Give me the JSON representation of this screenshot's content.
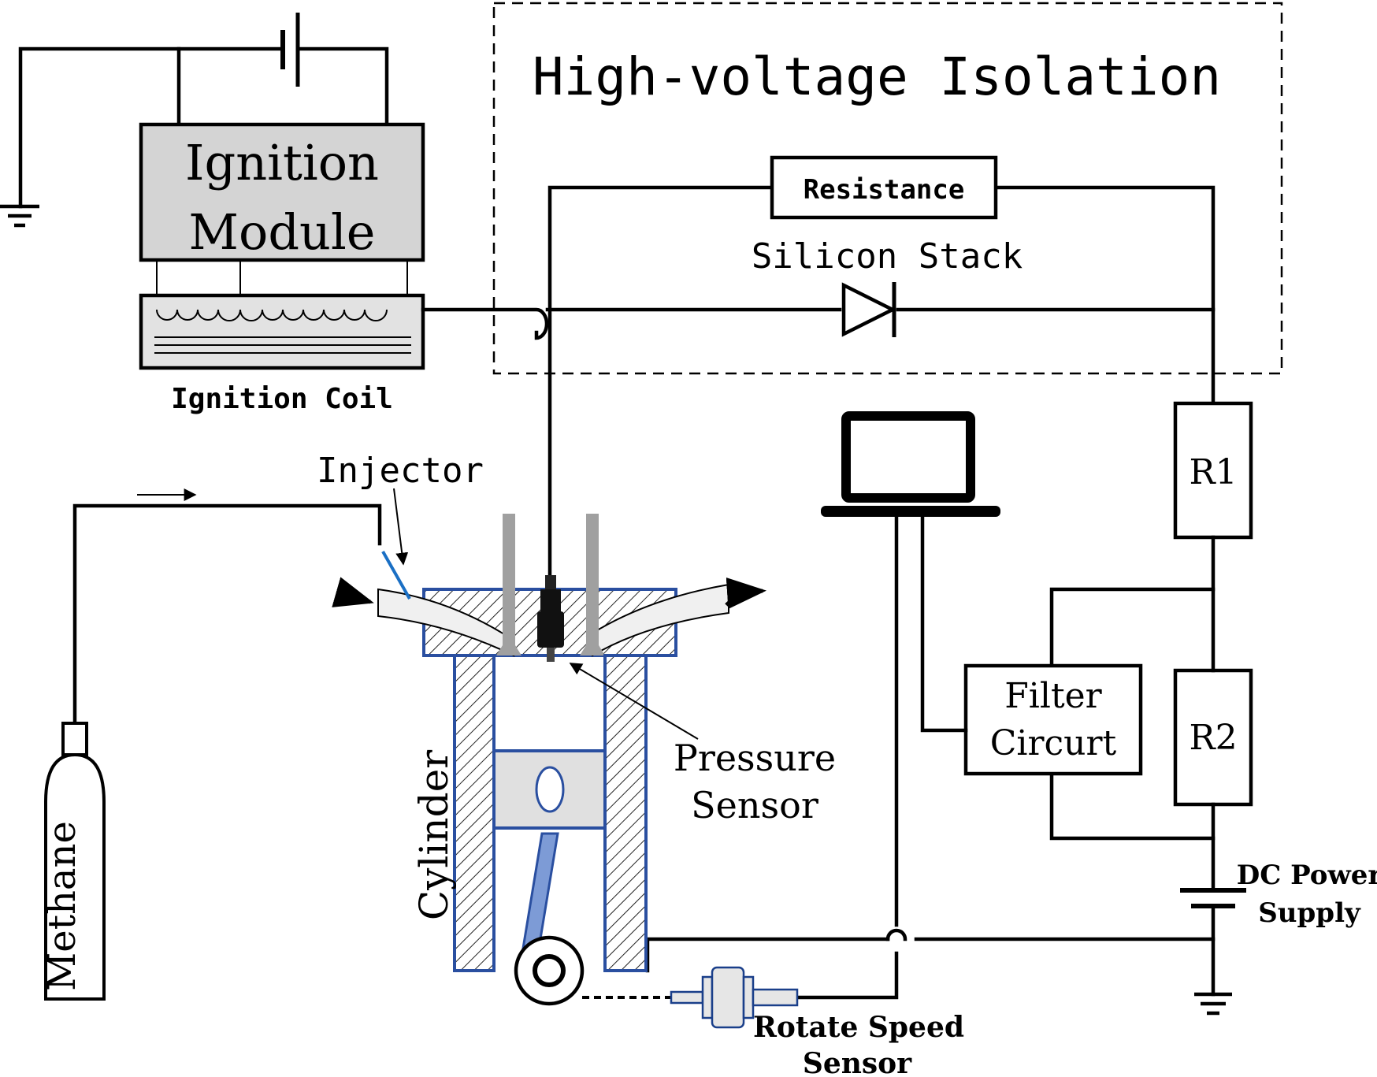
{
  "labels": {
    "isolation": "High-voltage Isolation",
    "ignition_module_line1": "Ignition",
    "ignition_module_line2": "Module",
    "ignition_coil": "Ignition Coil",
    "resistance": "Resistance",
    "silicon_stack": "Silicon Stack",
    "injector": "Injector",
    "r1": "R1",
    "r2": "R2",
    "filter_line1": "Filter",
    "filter_line2": "Circurt",
    "pressure_line1": "Pressure",
    "pressure_line2": "Sensor",
    "cylinder": "Cylinder",
    "methane": "Methane",
    "dc_line1": "DC Power",
    "dc_line2": "Supply",
    "rotate_line1": "Rotate Speed",
    "rotate_line2": "Sensor"
  },
  "colors": {
    "line": "#000000",
    "engine_outline": "#2a4fa0",
    "injector": "#1a6fc4",
    "module_fill": "#d4d4d4",
    "coil_fill": "#e2e2e2",
    "valve_gray": "#a0a0a0",
    "piston_fill": "#e0e0e0",
    "port_fill": "#f0f0f0"
  }
}
